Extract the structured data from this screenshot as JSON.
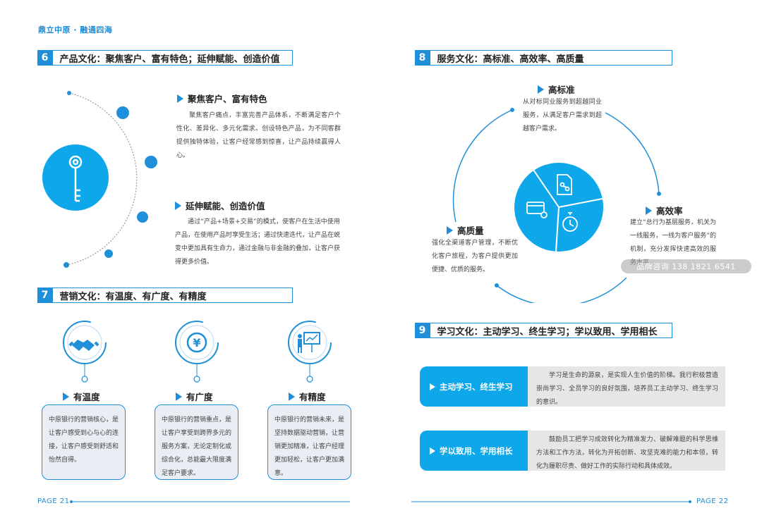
{
  "brand": "鼎立中原 · 融通四海",
  "left_page": {
    "section6": {
      "num": "6",
      "title": "产品文化：聚焦客户、富有特色；延伸赋能、创造价值",
      "item1_title": "聚焦客户、富有特色",
      "item1_text": "聚焦客户痛点，丰富完善产品体系，不断满足客户个性化、差异化、多元化需求。创设特色产品，为不同客群提供独特体验，让客户经常感到惊喜，让产品持续赢得人心。",
      "item2_title": "延伸赋能、创造价值",
      "item2_text": "通过“产品+场景+交易”的模式，使客户在生活中使用产品，在使用产品时享受生活；通过快速迭代，让产品在蜕变中更加具有生命力，通过金融与非金融的叠加，让客户获得更多价值。",
      "icon": "key-icon"
    },
    "section7": {
      "num": "7",
      "title": "营销文化：有温度、有广度、有精度",
      "items": [
        {
          "label": "有温度",
          "icon": "handshake-icon",
          "text": "中原银行的营销核心，是让客户感受到心与心的连接，让客户感受到舒适和怡然自得。"
        },
        {
          "label": "有广度",
          "icon": "yuan-icon",
          "text": "中原银行的营销重点，是让客户享受到跨界多元的服务方案，无论定制化或综合化，总能最大限度满足客户要求。"
        },
        {
          "label": "有精度",
          "icon": "presentation-icon",
          "text": "中原银行的营销未来，是坚持数据驱动营销，让营销更加精准，让客户经理更加轻松，让客户更加满意。"
        }
      ]
    },
    "page_label": "PAGE  21"
  },
  "right_page": {
    "section8": {
      "num": "8",
      "title": "服务文化：高标准、高效率、高质量",
      "items": [
        {
          "label": "高标准",
          "text": "从对标同业服务到超越同业服务，从满足客户需求到超越客户需求。"
        },
        {
          "label": "高效率",
          "text": "建立“总行为基层服务，机关为一线服务，一线为客户服务”的机制，充分发挥快速高效的服务水平。"
        },
        {
          "label": "高质量",
          "text": "强化全渠道客户管理，不断优化客户旅程，为客户提供更加便捷、优质的服务。"
        }
      ],
      "center_icons": [
        "document-icon",
        "stopwatch-icon",
        "card-icon"
      ]
    },
    "section9": {
      "num": "9",
      "title": "学习文化：主动学习、终生学习；学以致用、学用相长",
      "items": [
        {
          "label": "主动学习、终生学习",
          "text": "学习是生命的源泉，是实现人生价值的阶梯。我行积极营造崇尚学习、全员学习的良好氛围，培养员工主动学习、终生学习的意识。"
        },
        {
          "label": "学以致用、学用相长",
          "text": "鼓励员工把学习成效转化为精准发力、破解难题的科学思维方法和工作方法，转化为开拓创新、攻坚克难的能力和本领，转化为履职尽责、做好工作的实际行动和具体成效。"
        }
      ]
    },
    "watermark": "品牌咨询 138 1821 6541",
    "page_label": "PAGE  22"
  },
  "colors": {
    "primary": "#1e8fd8",
    "accent": "#0ea8ea",
    "card_bg": "#e9eef4"
  }
}
